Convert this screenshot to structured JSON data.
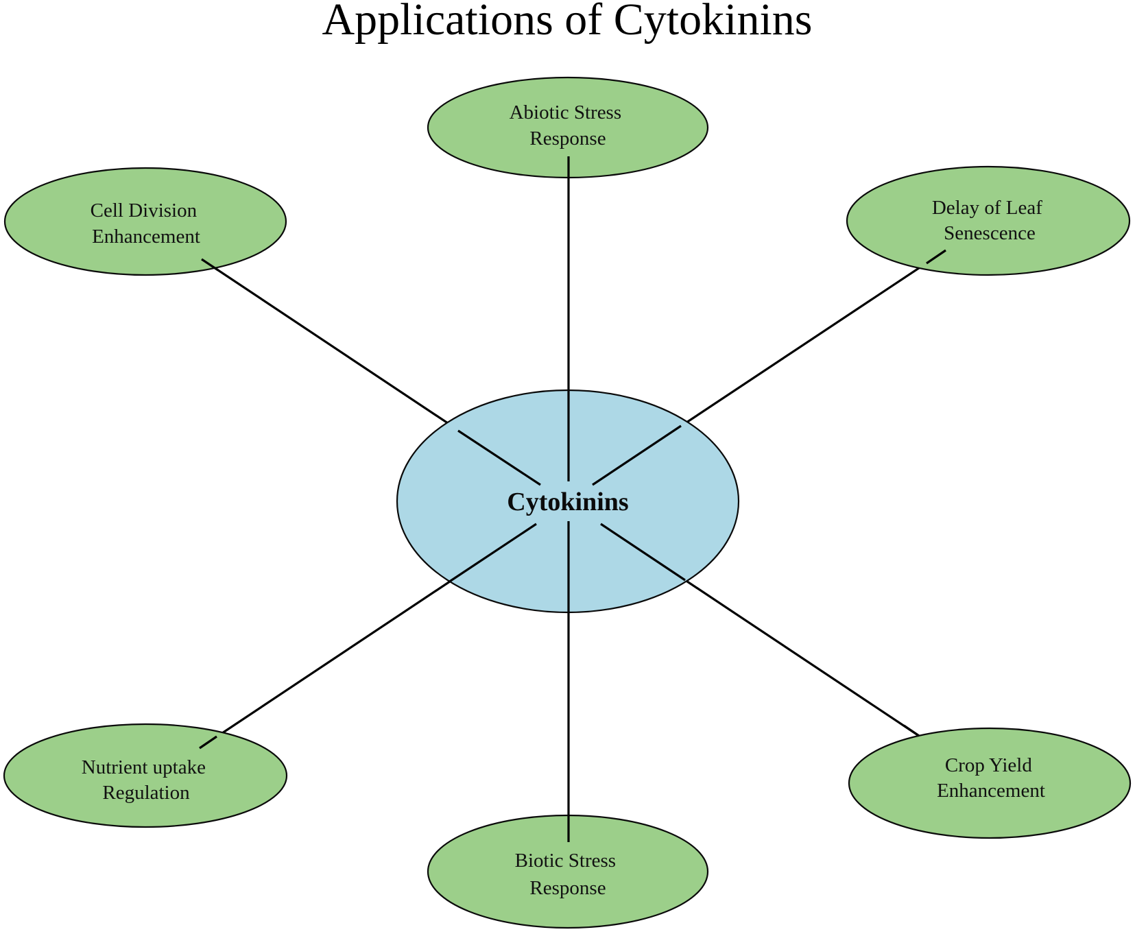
{
  "title": "Applications of Cytokinins",
  "center": {
    "label": "Cytokinins",
    "fill": "#add8e6"
  },
  "node_fill": "#9ccf8a",
  "nodes": [
    {
      "id": "abiotic-stress-response",
      "lines": [
        "Abiotic Stress",
        "Response"
      ]
    },
    {
      "id": "cell-division-enhancement",
      "lines": [
        "Cell Division",
        "Enhancement"
      ]
    },
    {
      "id": "delay-of-leaf-senescence",
      "lines": [
        "Delay of Leaf",
        "Senescence"
      ]
    },
    {
      "id": "nutrient-uptake-regulation",
      "lines": [
        "Nutrient uptake",
        "Regulation"
      ]
    },
    {
      "id": "biotic-stress-response",
      "lines": [
        "Biotic Stress",
        "Response"
      ]
    },
    {
      "id": "crop-yield-enhancement",
      "lines": [
        "Crop Yield",
        "Enhancement"
      ]
    }
  ]
}
